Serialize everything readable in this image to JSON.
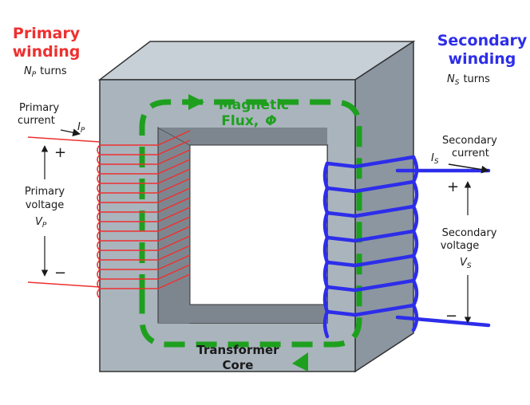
{
  "colors": {
    "primary": "#ee3030",
    "secondary": "#2d2dea",
    "flux": "#1ea01e",
    "core_front": "#aab4bd",
    "core_top": "#c8d0d7",
    "core_side": "#8c96a0",
    "window_shadow": "#7d868f",
    "ink": "#1a1a1a"
  },
  "primary": {
    "title_line1": "Primary",
    "title_line2": "winding",
    "turns_symbol": "N",
    "turns_sub": "P",
    "turns_word": "turns",
    "current_line1": "Primary",
    "current_line2": "current",
    "current_symbol": "I",
    "current_sub": "P",
    "voltage_line1": "Primary",
    "voltage_line2": "voltage",
    "voltage_symbol": "V",
    "voltage_sub": "P",
    "plus": "+",
    "minus": "−"
  },
  "secondary": {
    "title_line1": "Secondary",
    "title_line2": "winding",
    "turns_symbol": "N",
    "turns_sub": "S",
    "turns_word": "turns",
    "current_line1": "Secondary",
    "current_line2": "current",
    "current_symbol": "I",
    "current_sub": "S",
    "voltage_line1": "Secondary",
    "voltage_line2": "voltage",
    "voltage_symbol": "V",
    "voltage_sub": "S",
    "plus": "+",
    "minus": "−"
  },
  "flux": {
    "line1": "Magnetic",
    "line2": "Flux,",
    "symbol": "Φ"
  },
  "core": {
    "line1": "Transformer",
    "line2": "Core"
  }
}
